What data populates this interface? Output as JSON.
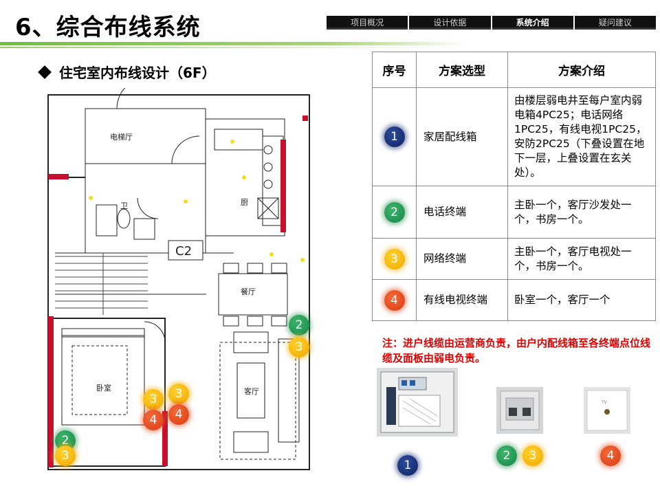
{
  "header": {
    "title": "6、综合布线系统",
    "nav": [
      {
        "label": "项目概况",
        "active": false
      },
      {
        "label": "设计依据",
        "active": false
      },
      {
        "label": "系统介绍",
        "active": true
      },
      {
        "label": "疑问建议",
        "active": false
      }
    ]
  },
  "section": {
    "heading": "住宅室内布线设计（6F）"
  },
  "floor_plan": {
    "room_labels": [
      "电梯厅",
      "卫",
      "厨",
      "餐厅",
      "客厅",
      "卧室",
      "C2"
    ],
    "markers": [
      "2",
      "3",
      "3",
      "3",
      "4",
      "4",
      "2",
      "3"
    ]
  },
  "table": {
    "headers": [
      "序号",
      "方案选型",
      "方案介绍"
    ],
    "rows": [
      {
        "num": "1",
        "type": "家居配线箱",
        "desc": "由楼层弱电井至每户室内弱电箱4PC25；电话网络1PC25，有线电视1PC25，安防2PC25（下叠设置在地下一层，上叠设置在玄关处）。"
      },
      {
        "num": "2",
        "type": "电话终端",
        "desc": "主卧一个，客厅沙发处一个，书房一个。"
      },
      {
        "num": "3",
        "type": "网络终端",
        "desc": "主卧一个，客厅电视处一个，书房一个。"
      },
      {
        "num": "4",
        "type": "有线电视终端",
        "desc": "卧室一个，客厅一个"
      }
    ]
  },
  "note": "注：进户线缆由运营商负责，由户内配线箱至各终端点位线缆及面板由弱电负责。",
  "photos": {
    "box_marker": "1",
    "socket_markers": [
      "2",
      "3"
    ],
    "tv_marker": "4",
    "tv_label": "TV"
  },
  "colors": {
    "marker_1": "#1a2f78",
    "marker_2": "#1f9a55",
    "marker_3": "#f5b400",
    "marker_4": "#e04818",
    "note": "#e00000",
    "accent_green": "#6fbf3c"
  }
}
